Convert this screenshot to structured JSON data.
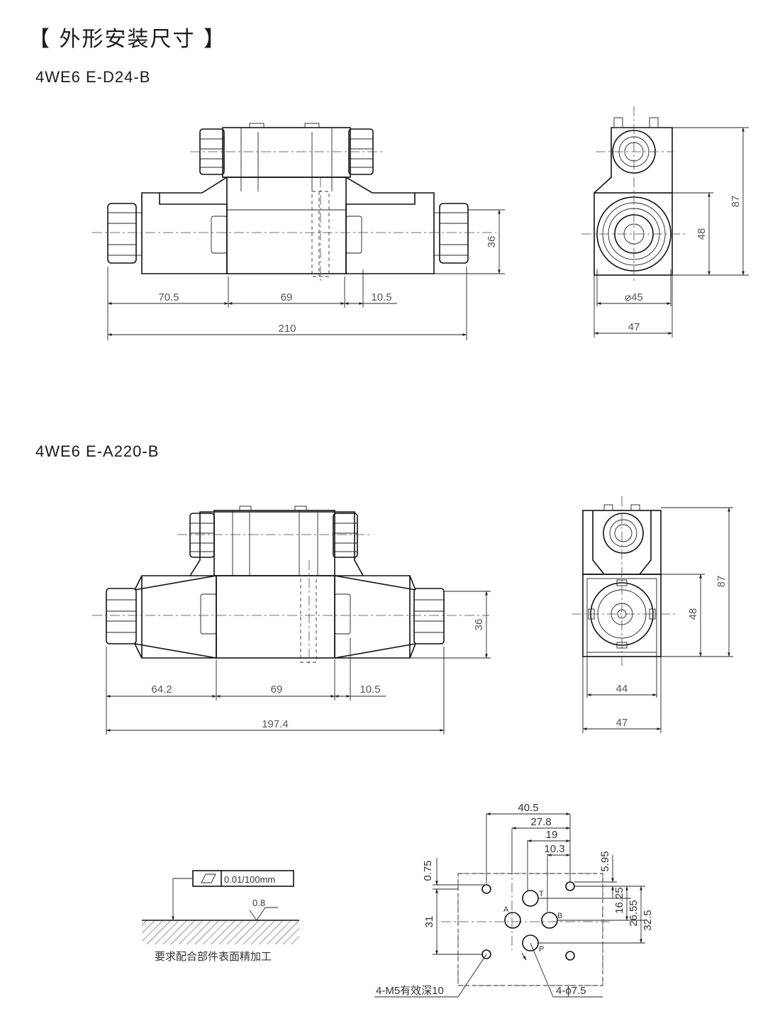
{
  "title": "【 外形安装尺寸 】",
  "model_1": "4WE6 E-D24-B",
  "model_2": "4WE6 E-A220-B",
  "dims_1": {
    "left": "70.5",
    "mid": "69",
    "right": "10.5",
    "total": "210",
    "height": "36",
    "side_dia": "⌀45",
    "side_width": "47",
    "side_h1": "48",
    "side_h2": "87"
  },
  "dims_2": {
    "left": "64.2",
    "mid": "69",
    "right": "10.5",
    "total": "197.4",
    "height": "36",
    "side_w1": "44",
    "side_w2": "47",
    "side_h1": "48",
    "side_h2": "87"
  },
  "surface": {
    "tolerance": "0.01/100mm",
    "roughness": "0.8",
    "note": "要求配合部件表面精加工"
  },
  "mounting": {
    "d1": "40.5",
    "d2": "27.8",
    "d3": "19",
    "d4": "10.3",
    "left_top": "0.75",
    "left_h": "31",
    "r1": "5.95",
    "r2": "16.25",
    "r3": "26.55",
    "r4": "32.5",
    "port_a": "A",
    "port_b": "B",
    "port_t": "T",
    "port_p": "P",
    "screw_note": "4-M5有效深10",
    "hole_note": "4-ϕ7.5"
  }
}
